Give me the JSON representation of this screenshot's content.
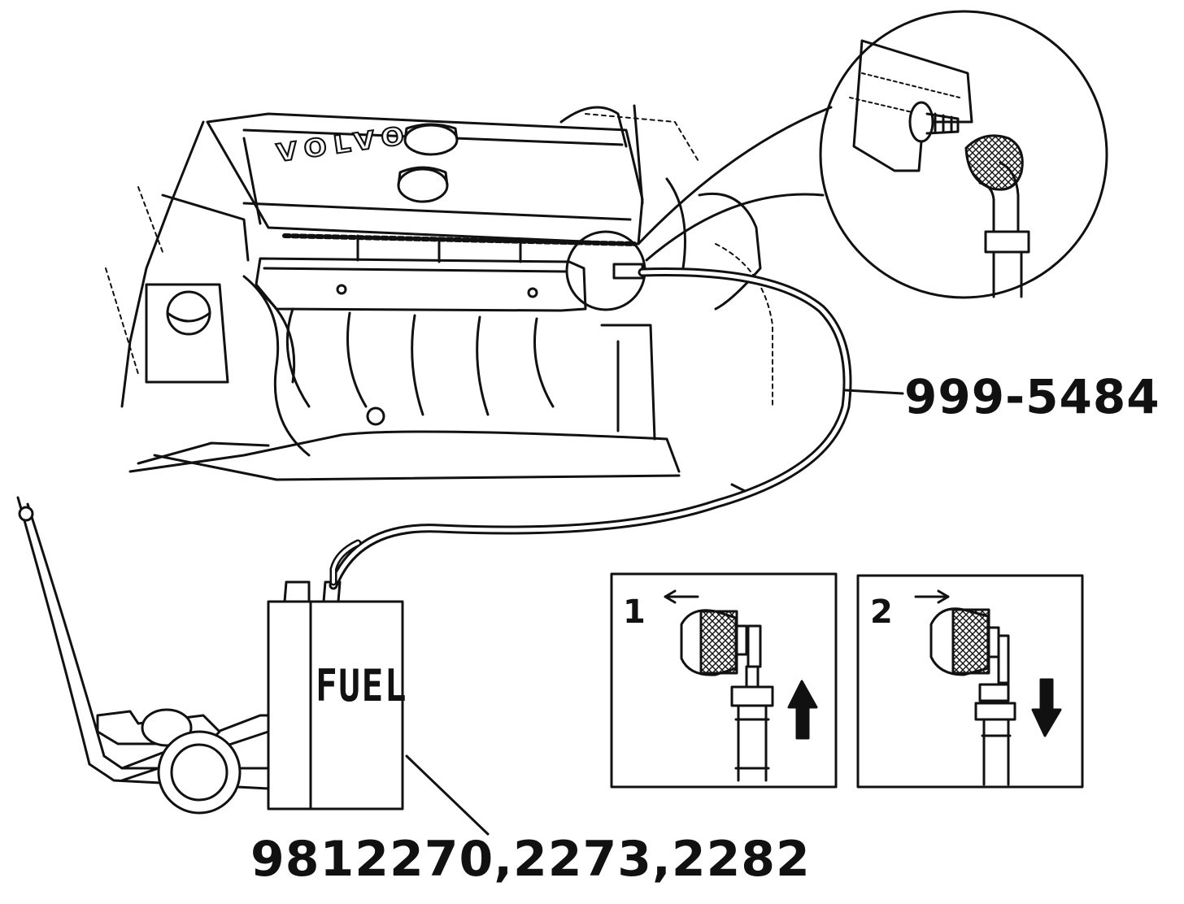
{
  "labels": {
    "tool_part_number": "999-5484",
    "kit_part_numbers": "9812270,2273,2282",
    "tank_text": "FUEL",
    "engine_brand": "VOLVO"
  },
  "steps": [
    {
      "number": "1",
      "arrow": "left",
      "motion": "up-arrow-icon"
    },
    {
      "number": "2",
      "arrow": "right",
      "motion": "down-arrow-icon"
    }
  ],
  "colors": {
    "ink": "#111111",
    "paper": "#ffffff"
  }
}
